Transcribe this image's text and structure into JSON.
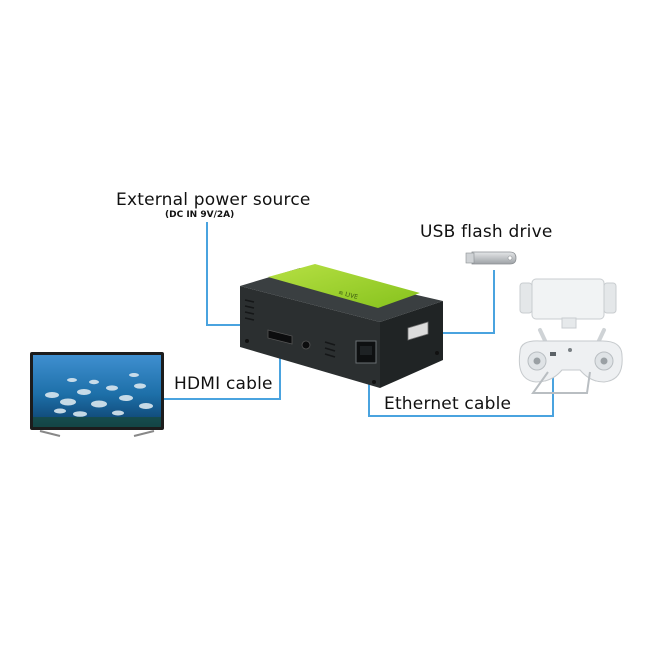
{
  "labels": {
    "power": "External power source",
    "power_spec": "(DC IN 9V/2A)",
    "usb": "USB flash drive",
    "hdmi": "HDMI cable",
    "ethernet": "Ethernet cable"
  },
  "colors": {
    "cable": "#4aa3df",
    "box_body": "#2b2f30",
    "box_top": "#3a3f41",
    "accent_band": "#9bd12a",
    "tv_frame": "#1c1c1c",
    "tv_screen": "#1d6fa8",
    "controller": "#e9ecee",
    "usb_stick": "#b9bcbf"
  }
}
